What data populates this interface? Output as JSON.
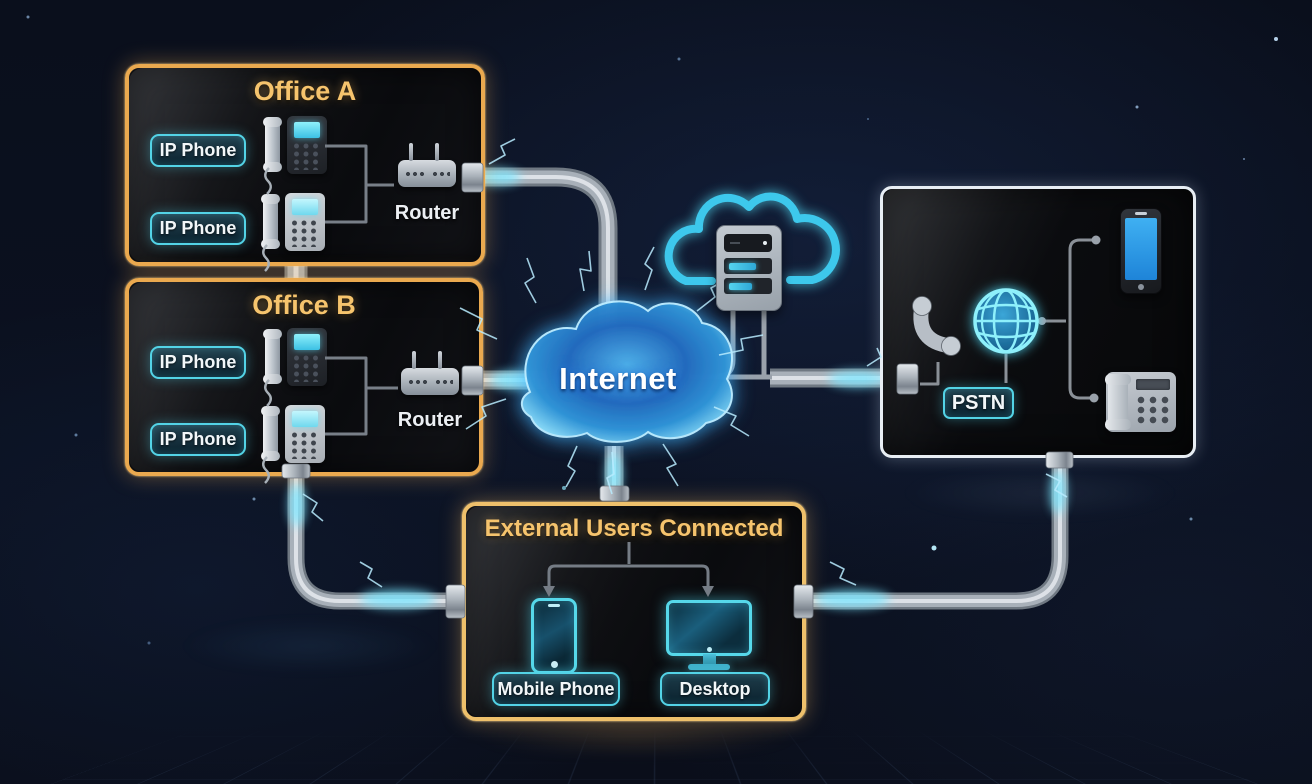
{
  "diagram": {
    "office_a": {
      "title": "Office A",
      "phone_labels": [
        "IP Phone",
        "IP Phone"
      ],
      "router_label": "Router"
    },
    "office_b": {
      "title": "Office B",
      "phone_labels": [
        "IP Phone",
        "IP Phone"
      ],
      "router_label": "Router"
    },
    "internet": {
      "label": "Internet"
    },
    "pstn": {
      "label": "PSTN"
    },
    "external": {
      "title": "External Users Connected",
      "device_labels": [
        "Mobile Phone",
        "Desktop"
      ]
    },
    "icons": {
      "ip_phone": "desk-ip-phone-icon",
      "router": "wireless-router-icon",
      "internet_cloud": "glowing-internet-cloud-icon",
      "cloud_server": "cloud-server-icon",
      "handset": "telephone-handset-icon",
      "globe": "globe-icon",
      "smartphone": "smartphone-icon",
      "desk_phone": "desk-phone-icon",
      "mobile_neon": "neon-mobile-phone-icon",
      "desktop_neon": "neon-desktop-monitor-icon"
    },
    "colors": {
      "background": "#0a0f1c",
      "office_border": "#eaa94f",
      "external_border": "#eec06b",
      "pstn_border": "#e8eef4",
      "accent_cyan": "#56d8ea",
      "cloud_blue": "#2268bc",
      "title_gold": "#f5c36a",
      "pipe_silver": "#9aa3ad"
    }
  }
}
